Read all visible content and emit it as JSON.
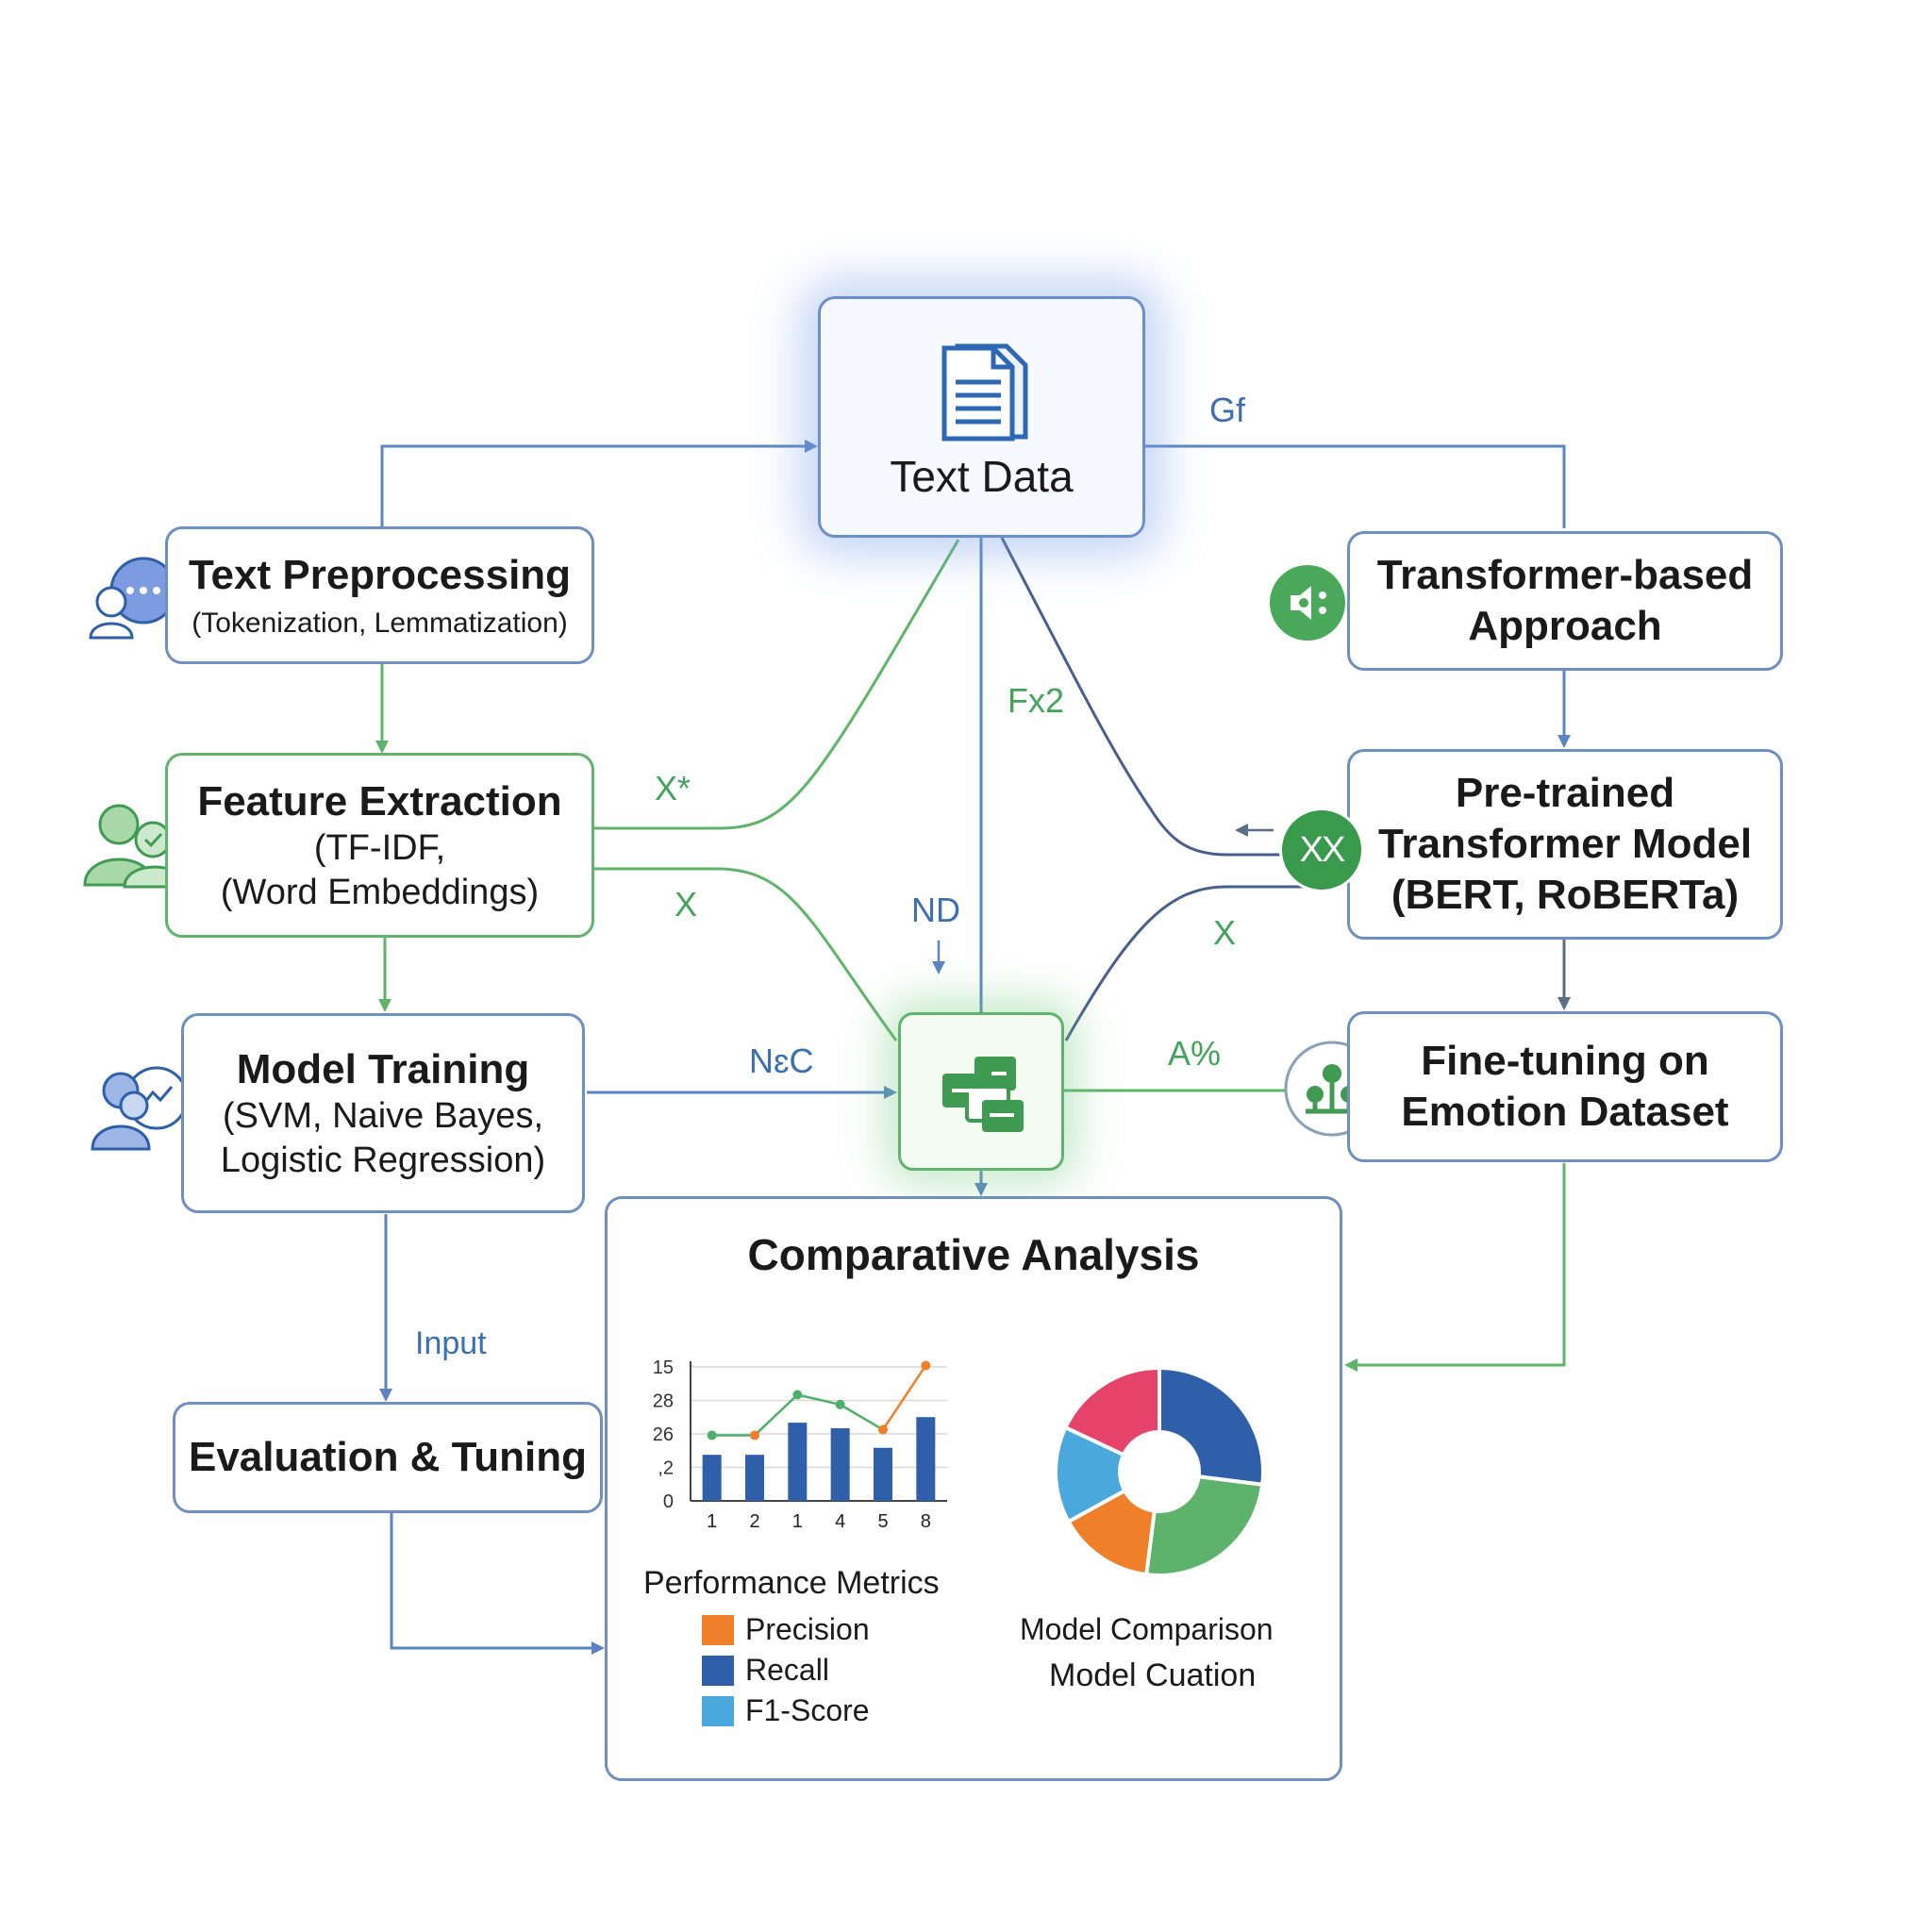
{
  "nodes": {
    "text_data": {
      "label": "Text Data"
    },
    "preprocessing": {
      "title": "Text Preprocessing",
      "detail": "(Tokenization, Lemmatization)"
    },
    "feature_extraction": {
      "title": "Feature Extraction",
      "line2": "(TF-IDF,",
      "line3": "(Word Embeddings)"
    },
    "model_training": {
      "title": "Model Training",
      "line2": "(SVM, Naive Bayes,",
      "line3": "Logistic Regression)"
    },
    "evaluation": {
      "title": "Evaluation & Tuning"
    },
    "transformer": {
      "line1": "Transformer-based",
      "line2": "Approach"
    },
    "pretrained": {
      "line1": "Pre-trained",
      "line2": "Transformer Model",
      "line3": "(BERT, RoBERTa)"
    },
    "finetuning": {
      "line1": "Fine-tuning on",
      "line2": "Emotion Dataset"
    },
    "comparative": {
      "title": "Comparative Analysis"
    }
  },
  "edge_labels": {
    "gf": "Gf",
    "fx2": "Fx2",
    "x_star": "X*",
    "x_left": "X",
    "nd": "ND",
    "nic": "NɛC",
    "x_right": "X",
    "a_pct": "A%",
    "input": "Input",
    "xx_badge": "XX"
  },
  "chart_data": [
    {
      "type": "bar",
      "title": "Performance Metrics",
      "categories": [
        "1",
        "2",
        "1",
        "4",
        "5",
        "8"
      ],
      "ytick_labels": [
        "15",
        "28",
        "26",
        ",2",
        "0"
      ],
      "series": [
        {
          "name": "Recall",
          "kind": "bar",
          "color": "#2f5fa8",
          "values": [
            0.33,
            0.33,
            0.56,
            0.52,
            0.38,
            0.6
          ]
        },
        {
          "name": "Precision",
          "kind": "line",
          "color": "#4caf6a",
          "values": [
            0.47,
            0.47,
            0.76,
            0.69,
            0.51,
            0.97
          ]
        }
      ],
      "ylim": [
        0,
        1
      ],
      "legend": [
        {
          "name": "Precision",
          "color": "#f07f2a"
        },
        {
          "name": "Recall",
          "color": "#2f5fa8"
        },
        {
          "name": "F1-Score",
          "color": "#4aa8dc"
        }
      ]
    },
    {
      "type": "pie",
      "donut": true,
      "labels": [
        "Model Comparison",
        "Model Cuation"
      ],
      "slices": [
        {
          "color": "#2f5fa8",
          "value": 27
        },
        {
          "color": "#5db36c",
          "value": 25
        },
        {
          "color": "#f07f2a",
          "value": 15
        },
        {
          "color": "#4aa8dc",
          "value": 15
        },
        {
          "color": "#e5436a",
          "value": 18
        }
      ]
    }
  ],
  "colors": {
    "blue_edge": "#5b84c4",
    "green_edge": "#5fb46b",
    "dark_edge": "#5a6f86"
  }
}
